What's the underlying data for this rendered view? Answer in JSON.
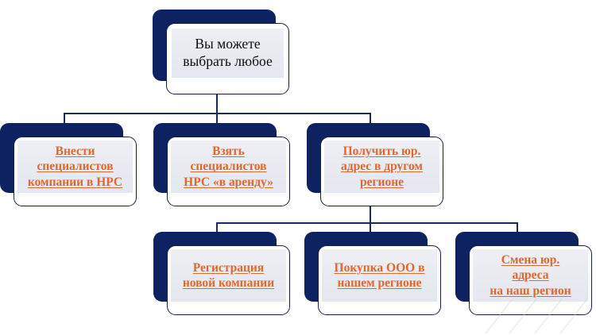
{
  "diagram": {
    "title": "Вы можете выбрать любое",
    "type": "org-tree",
    "colors": {
      "shadow_navy": "#0e2160",
      "card_border": "#16204a",
      "card_fill": "#e8eaf1",
      "branch_text": "#e2672e",
      "root_text": "#0c0c0c",
      "connector": "#1b2a52",
      "background": "#ffffff"
    },
    "root": {
      "label": "Вы можете\nвыбрать любое"
    },
    "level2": [
      {
        "label": "Внести\nспециалистов\nкомпании в НРС"
      },
      {
        "label": "Взять\nспециалистов\nНРС «в аренду»"
      },
      {
        "label": "Получить юр.\nадрес в другом\nрегионе"
      }
    ],
    "level3": [
      {
        "label": "Регистрация\nновой компании"
      },
      {
        "label": "Покупка ООО в\nнашем регионе"
      },
      {
        "label": "Смена юр.\nадреса\nна наш регион"
      }
    ]
  }
}
